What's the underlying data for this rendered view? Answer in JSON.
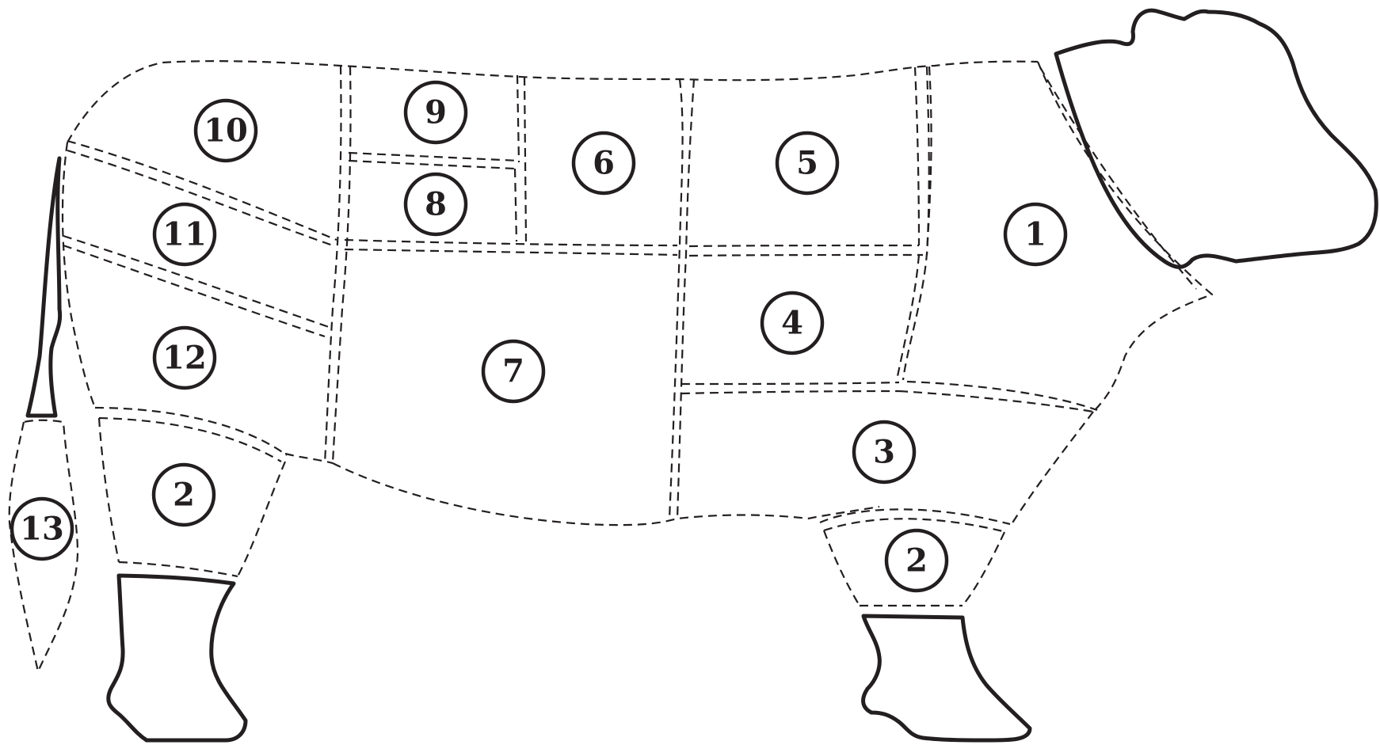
{
  "diagram": {
    "stroke_color": "#231f20",
    "background": "#ffffff",
    "cuts": [
      {
        "id": "cut-1",
        "number": "1"
      },
      {
        "id": "cut-2-hind",
        "number": "2"
      },
      {
        "id": "cut-2-fore",
        "number": "2"
      },
      {
        "id": "cut-3",
        "number": "3"
      },
      {
        "id": "cut-4",
        "number": "4"
      },
      {
        "id": "cut-5",
        "number": "5"
      },
      {
        "id": "cut-6",
        "number": "6"
      },
      {
        "id": "cut-7",
        "number": "7"
      },
      {
        "id": "cut-8",
        "number": "8"
      },
      {
        "id": "cut-9",
        "number": "9"
      },
      {
        "id": "cut-10",
        "number": "10"
      },
      {
        "id": "cut-11",
        "number": "11"
      },
      {
        "id": "cut-12",
        "number": "12"
      },
      {
        "id": "cut-13",
        "number": "13"
      }
    ]
  }
}
